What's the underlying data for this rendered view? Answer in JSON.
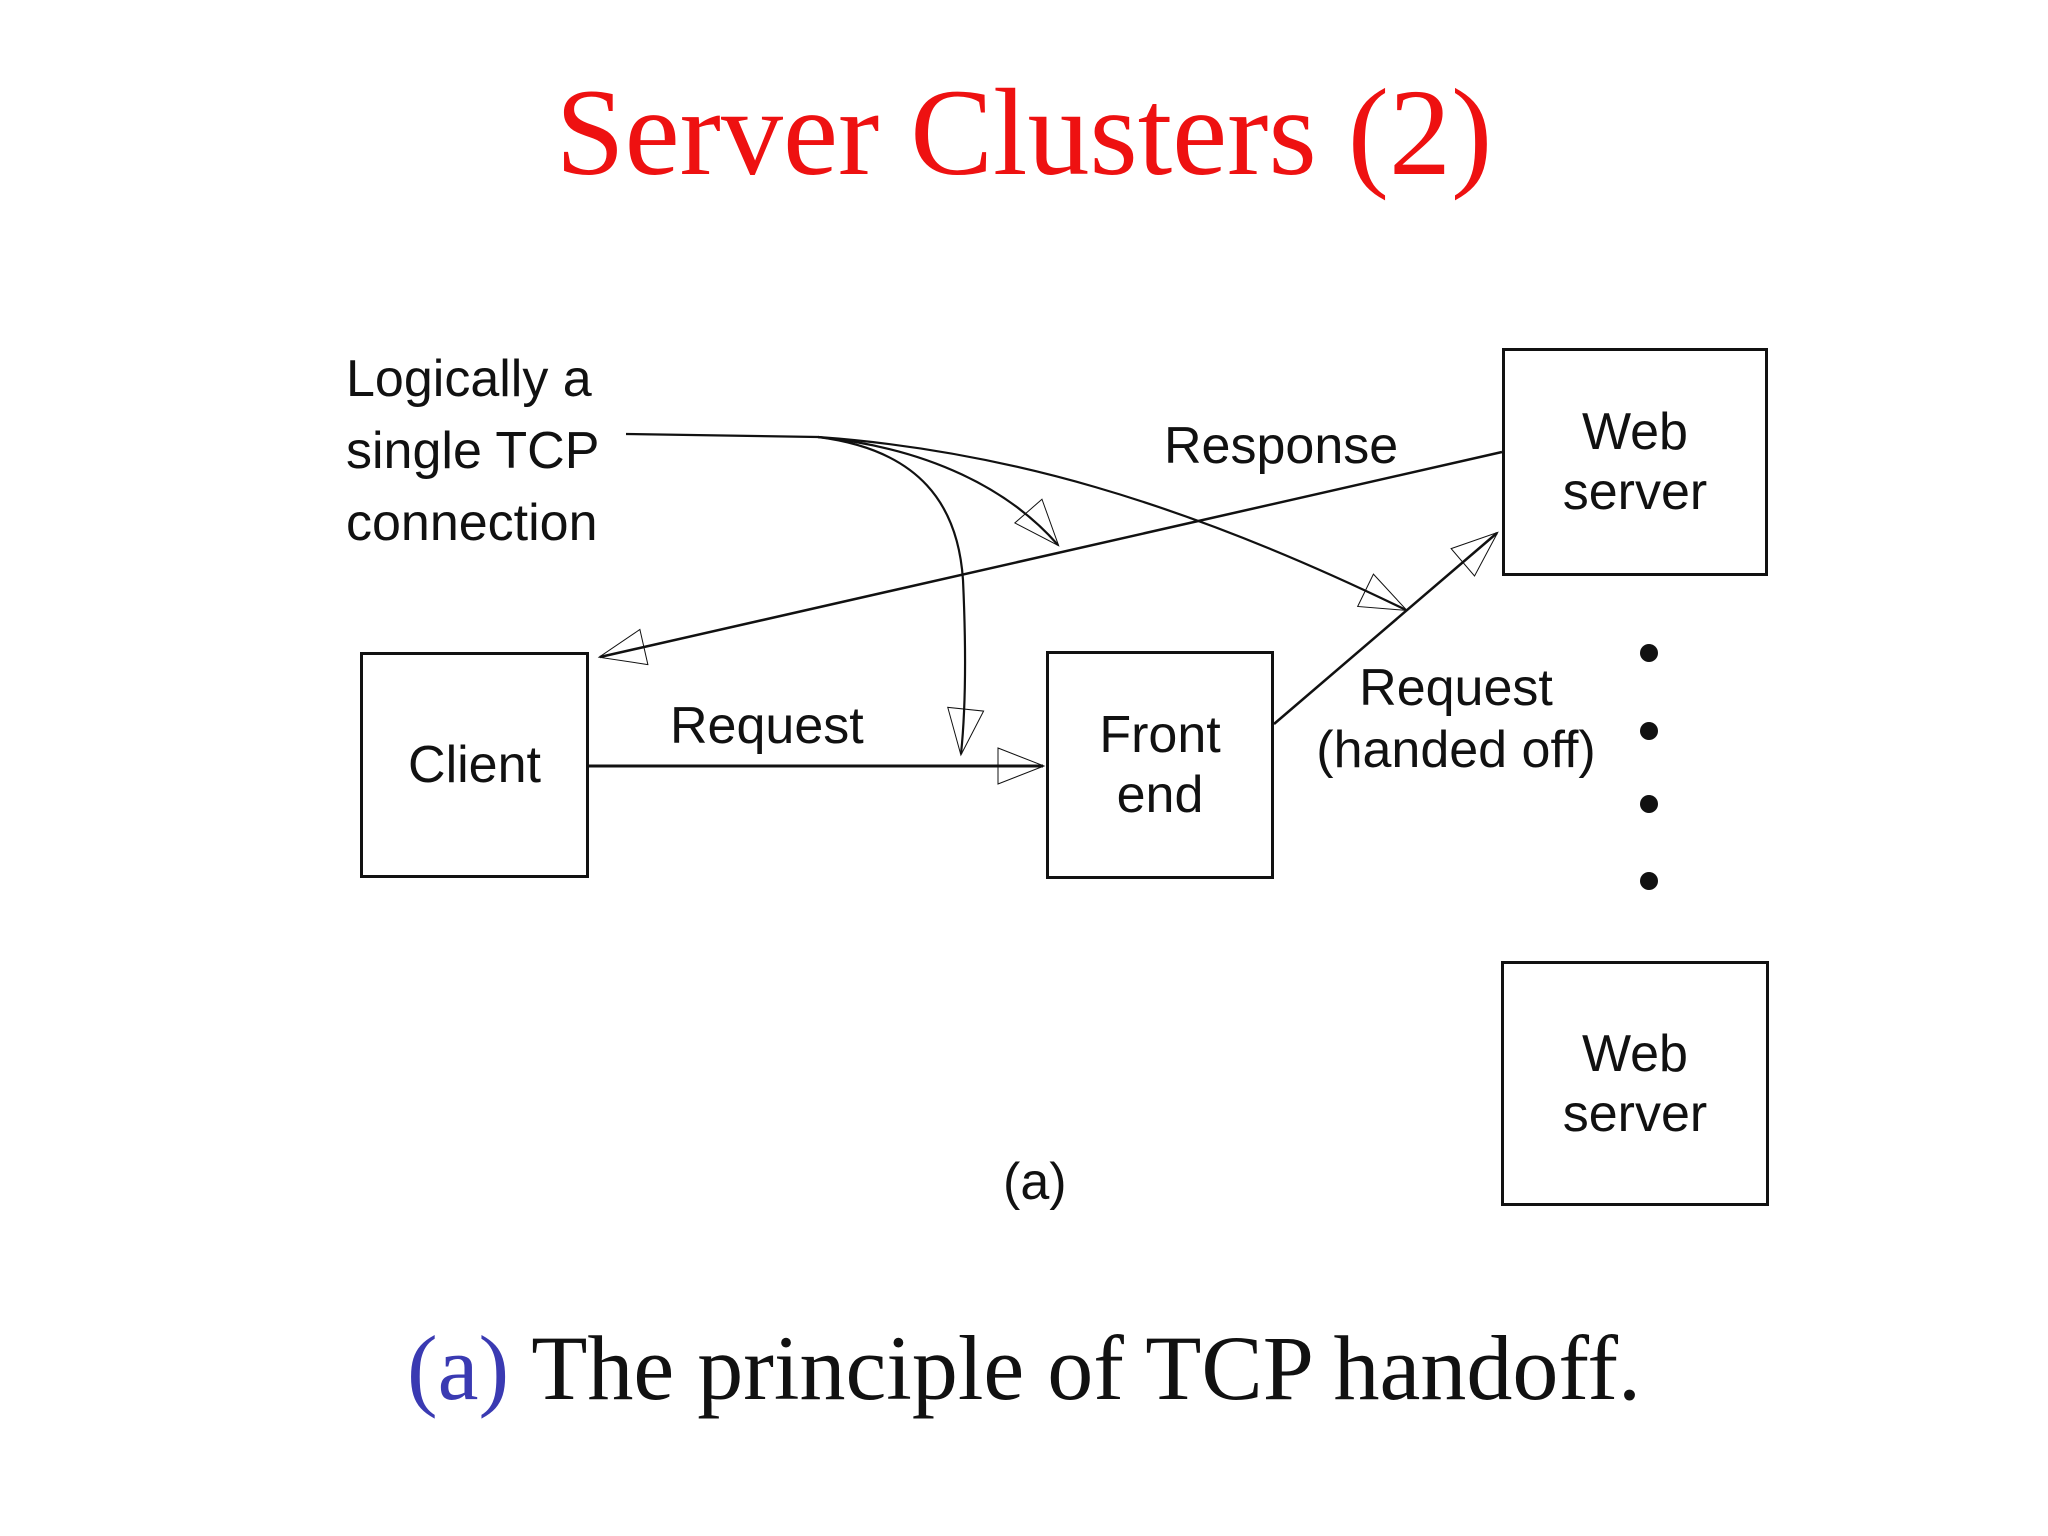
{
  "slide": {
    "title": "Server Clusters (2)",
    "figure_label": "(a)",
    "caption_marker": "(a)",
    "caption_text": "The principle of TCP handoff."
  },
  "diagram": {
    "tcp_annotation": {
      "lines": [
        "Logically a",
        "single TCP",
        "connection"
      ]
    },
    "nodes": {
      "client": {
        "lines": [
          "Client"
        ]
      },
      "front_end": {
        "lines": [
          "Front",
          "end"
        ]
      },
      "web_server_top": {
        "lines": [
          "Web",
          "server"
        ]
      },
      "web_server_bottom": {
        "lines": [
          "Web",
          "server"
        ]
      }
    },
    "edge_labels": {
      "request": "Request",
      "response": "Response",
      "handoff": {
        "lines": [
          "Request",
          "(handed off)"
        ]
      }
    },
    "ellipsis_dot_count": 4
  },
  "colors": {
    "background": "#ffffff",
    "ink": "#111111",
    "title": "#ee1111",
    "caption_marker": "#3a3ab2"
  }
}
